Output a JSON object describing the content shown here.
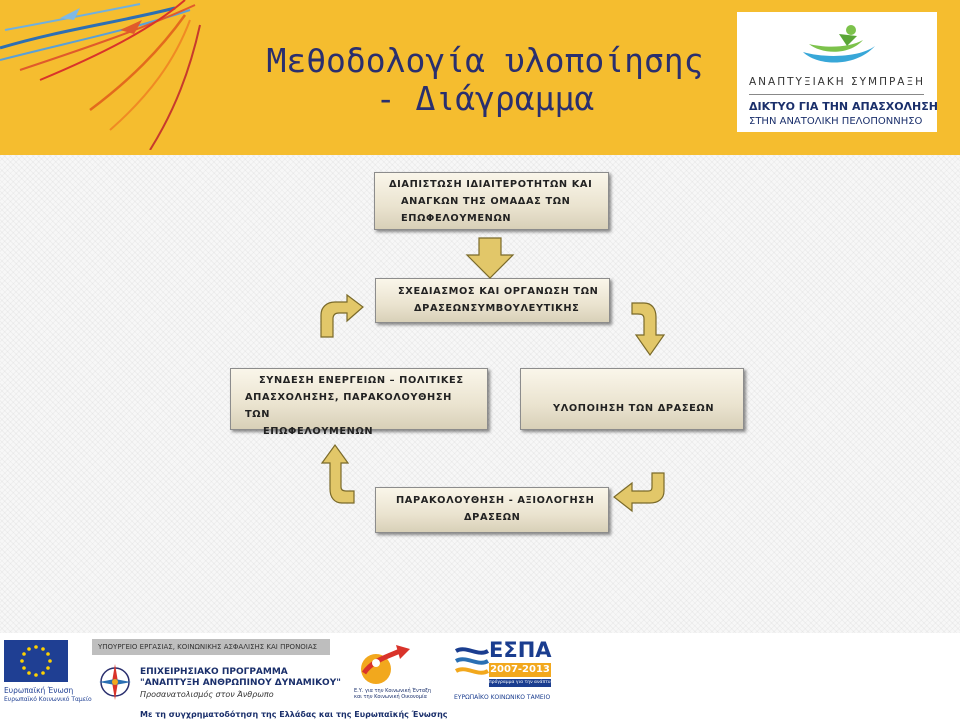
{
  "header": {
    "title_line1": "Μεθοδολογία υλοποίησης",
    "title_line2": "- Διάγραμμα",
    "logo": {
      "line1": "ΑΝΑΠΤΥΞΙΑΚΗ ΣΥΜΠΡΑΞΗ",
      "line2": "ΔΙΚΤΥΟ ΓΙΑ ΤΗΝ ΑΠΑΣΧΟΛΗΣΗ",
      "line3": "ΣΤΗΝ ΑΝΑΤΟΛΙΚΗ ΠΕΛΟΠΟΝΝΗΣΟ"
    },
    "colors": {
      "band": "#f5bd2f",
      "title": "#2a2f6e"
    }
  },
  "diagram": {
    "boxes": [
      {
        "id": "needs",
        "lines": [
          "ΔΙΑΠΙΣΤΩΣΗ ΙΔΙΑΙΤΕΡΟΤΗΤΩΝ ΚΑΙ",
          "ΑΝΑΓΚΩΝ ΤΗΣ ΟΜΑΔΑΣ ΤΩΝ",
          "ΕΠΩΦΕΛΟΥΜΕΝΩΝ"
        ]
      },
      {
        "id": "design",
        "lines": [
          "ΣΧΕΔΙΑΣΜΟΣ ΚΑΙ ΟΡΓΑΝΩΣΗ ΤΩΝ",
          "ΔΡΑΣΕΩΝΣΥΜΒΟΥΛΕΥΤΙΚΗΣ"
        ]
      },
      {
        "id": "linking",
        "lines": [
          "ΣΥΝΔΕΣΗ ΕΝΕΡΓΕΙΩΝ – ΠΟΛΙΤΙΚΕΣ",
          "ΑΠΑΣΧΟΛΗΣΗΣ, ΠΑΡΑΚΟΛΟΥΘΗΣΗ ΤΩΝ",
          "ΕΠΩΦΕΛΟΥΜΕΝΩΝ"
        ]
      },
      {
        "id": "implementation",
        "lines": [
          "ΥΛΟΠΟΙΗΣΗ ΤΩΝ ΔΡΑΣΕΩΝ"
        ]
      },
      {
        "id": "monitoring",
        "lines": [
          "ΠΑΡΑΚΟΛΟΥΘΗΣΗ - ΑΞΙΟΛΟΓΗΣΗ",
          "ΔΡΑΣΕΩΝ"
        ]
      }
    ],
    "colors": {
      "arrow_fill": "#e2c769",
      "box_fill": "#eae3cf"
    }
  },
  "footer": {
    "eu_caption1": "Ευρωπαϊκή Ένωση",
    "eu_caption2": "Ευρωπαϊκό Κοινωνικό Ταμείο",
    "ministry": "ΥΠΟΥΡΓΕΙΟ ΕΡΓΑΣΙΑΣ, ΚΟΙΝΩΝΙΚΗΣ ΑΣΦΑΛΙΣΗΣ ΚΑΙ ΠΡΟΝΟΙΑΣ",
    "programme_line1": "ΕΠΙΧΕΙΡΗΣΙΑΚΟ ΠΡΟΓΡΑΜΜΑ",
    "programme_line2": "\"ΑΝΑΠΤΥΞΗ ΑΝΘΡΩΠΙΝΟΥ ΔΥΝΑΜΙΚΟΥ\"",
    "programme_line3": "Προσανατολισμός στον Άνθρωπο",
    "ey_line1": "Ε.Υ. για την Κοινωνική Ένταξη",
    "ey_line2": "και την Κοινωνική Οικονομία",
    "espa_word": "ΕΣΠΑ",
    "espa_years": "2007-2013",
    "espa_sub": "πρόγραμμα για την ανάπτυξη",
    "esf_caption": "ΕΥΡΩΠΑΪΚΟ ΚΟΙΝΩΝΙΚΟ ΤΑΜΕΙΟ",
    "cofinance_note": "Με τη συγχρηματοδότηση της Ελλάδας και της Ευρωπαϊκής Ένωσης"
  }
}
